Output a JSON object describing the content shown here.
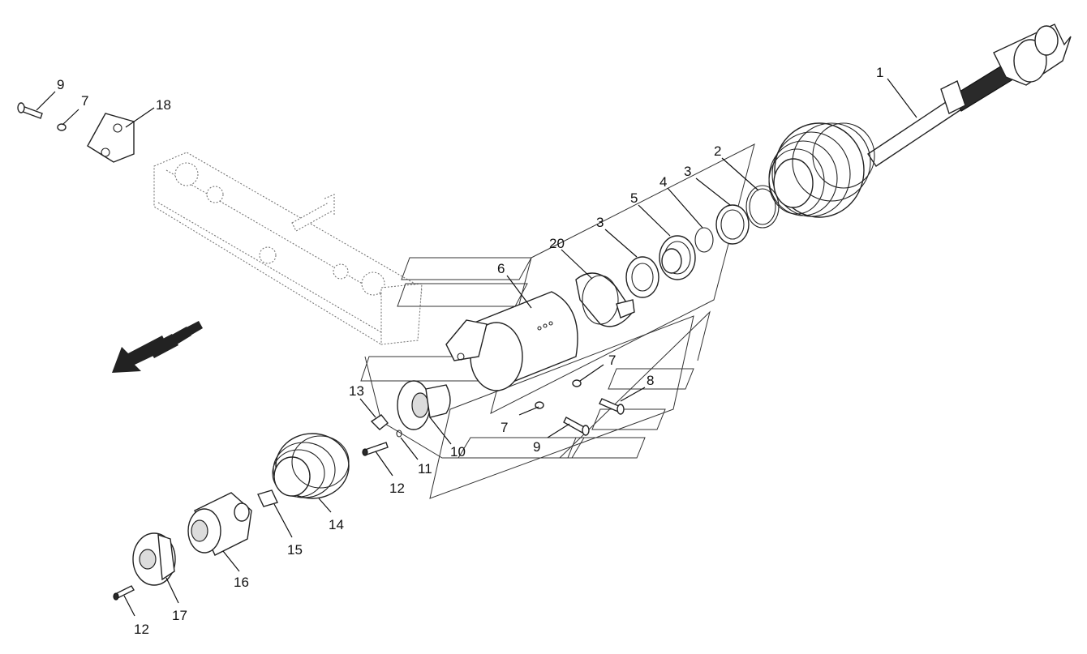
{
  "diagram": {
    "labels": [
      "1",
      "2",
      "3",
      "4",
      "5",
      "3",
      "20",
      "6",
      "7",
      "8",
      "7",
      "9",
      "10",
      "11",
      "13",
      "12",
      "14",
      "15",
      "16",
      "17",
      "12",
      "9",
      "7",
      "18"
    ]
  },
  "colors": {
    "line": "#222222",
    "background": "#ffffff",
    "arrow": "#222222"
  }
}
